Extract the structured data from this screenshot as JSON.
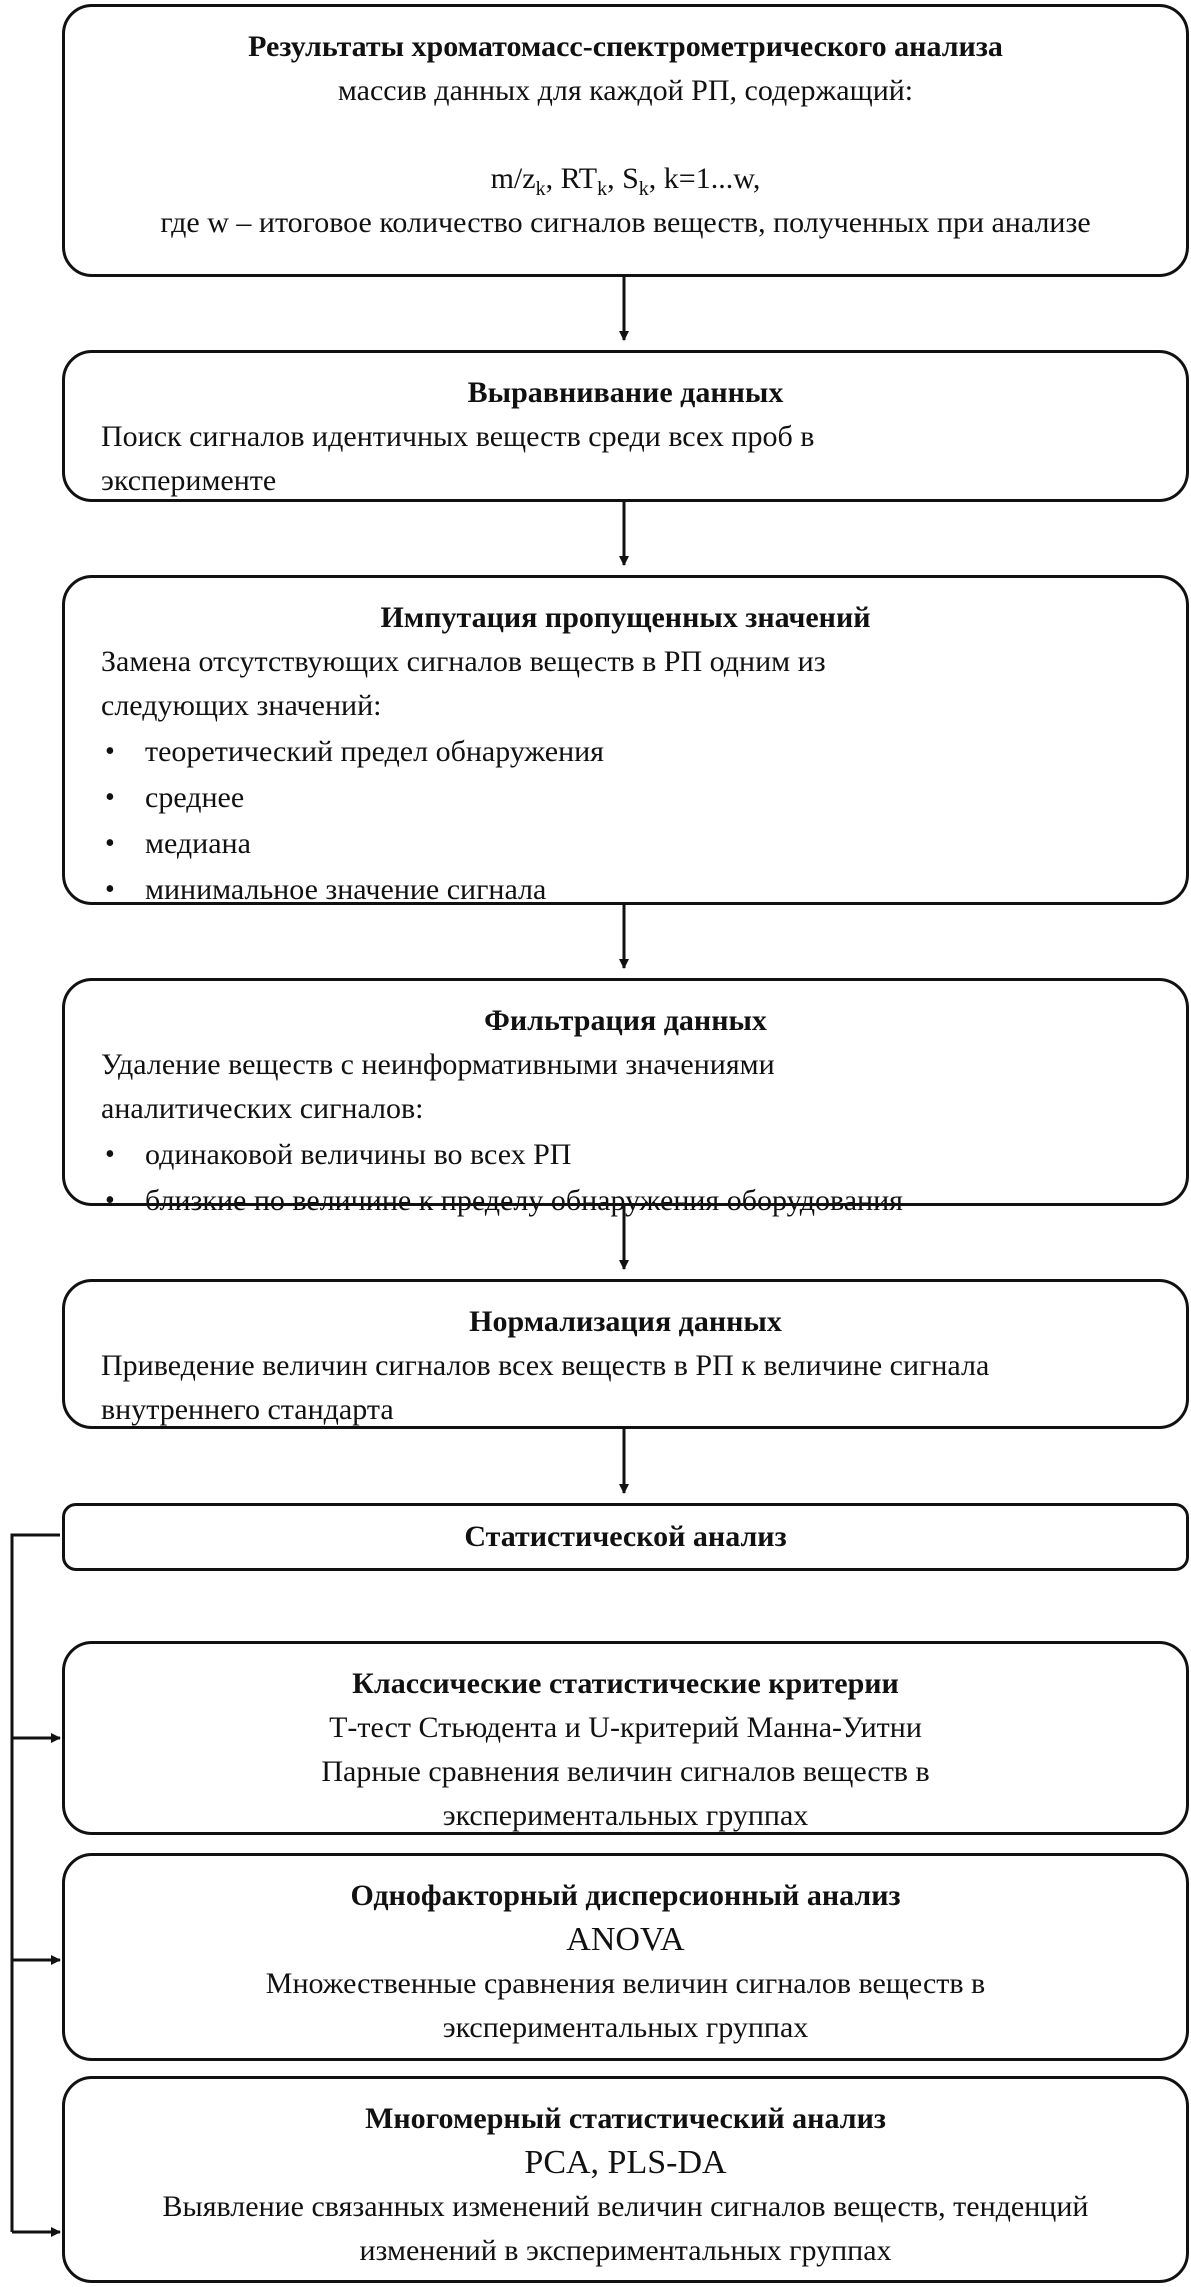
{
  "boxes": {
    "results": {
      "title": "Результаты хроматомасс-спектрометрического анализа",
      "line1": "массив данных для каждой РП, содержащий:",
      "formula": {
        "mz": "m/z",
        "mz_sub": "k",
        "rt": ", RT",
        "rt_sub": "k",
        "s": ", S",
        "s_sub": "k",
        "rest": ", k=1...w,"
      },
      "line2": "где w – итоговое количество сигналов веществ, полученных при анализе"
    },
    "alignment": {
      "title": "Выравнивание данных",
      "text": "Поиск сигналов идентичных веществ среди всех проб в эксперименте"
    },
    "imputation": {
      "title": "Импутация пропущенных значений",
      "text": "Замена отсутствующих сигналов веществ в РП одним из следующих значений:",
      "items": [
        "теоретический предел обнаружения",
        "среднее",
        "медиана",
        "минимальное значение сигнала"
      ]
    },
    "filtering": {
      "title": "Фильтрация данных",
      "text": "Удаление веществ с неинформативными значениями аналитических сигналов:",
      "items": [
        "одинаковой величины во всех РП",
        "близкие по величине к пределу обнаружения оборудования"
      ]
    },
    "normalization": {
      "title": "Нормализация данных",
      "text": "Приведение величин сигналов всех веществ в РП к величине сигнала внутреннего стандарта"
    },
    "statistical": {
      "title": "Статистической анализ"
    },
    "classic": {
      "title": "Классические статистические критерии",
      "line1": "Т-тест Стьюдента и U-критерий Манна-Уитни",
      "line2": "Парные сравнения величин сигналов веществ в экспериментальных группах"
    },
    "anova": {
      "title": "Однофакторный дисперсионный анализ",
      "line1": "ANOVA",
      "line2": "Множественные сравнения величин сигналов веществ в экспериментальных группах"
    },
    "multivariate": {
      "title": "Многомерный статистический анализ",
      "line1": "PCA, PLS-DA",
      "line2": "Выявление связанных изменений величин сигналов веществ, тенденций изменений в экспериментальных группах"
    }
  }
}
